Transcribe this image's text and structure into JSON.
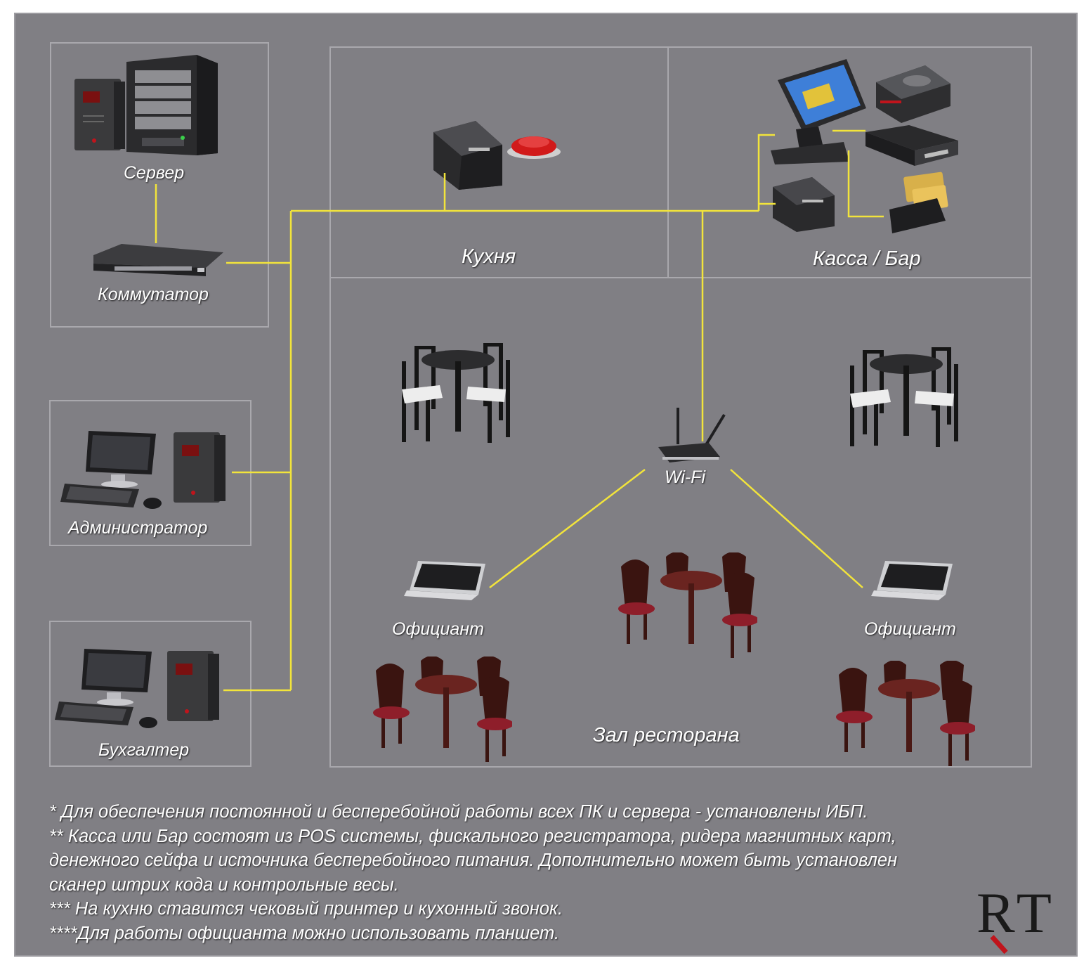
{
  "colors": {
    "background": "#807f84",
    "frame": "#a9a8ad",
    "wire": "#f2e43b",
    "label": "#ffffff",
    "logo_accent": "#c0141c"
  },
  "labels": {
    "server": "Сервер",
    "switch": "Коммутатор",
    "admin": "Администратор",
    "accountant": "Бухгалтер",
    "kitchen": "Кухня",
    "cashbar": "Касса / Бар",
    "wifi": "Wi-Fi",
    "waiter_left": "Официант",
    "waiter_right": "Официант",
    "hall": "Зал ресторана"
  },
  "notes": [
    "*     Для обеспечения постоянной и бесперебойной работы всех ПК и сервера - установлены ИБП.",
    "**   Касса или Бар состоят из POS системы, фискального регистратора, ридера магнитных карт,",
    "денежного сейфа и источника бесперебойного питания. Дополнительно может быть установлен",
    "сканер штрих кода и контрольные весы.",
    "*** На кухню ставится чековый принтер и кухонный звонок.",
    "****Для работы официанта можно использовать планшет."
  ],
  "logo": {
    "r": "R",
    "t": "T"
  },
  "icons": [
    "ups-icon",
    "server-icon",
    "network-switch-icon",
    "monitor-icon",
    "keyboard-icon",
    "mouse-icon",
    "receipt-printer-icon",
    "kitchen-bell-icon",
    "pos-terminal-icon",
    "cash-drawer-icon",
    "card-reader-icon",
    "wifi-router-icon",
    "tablet-icon",
    "table-set-icon"
  ]
}
